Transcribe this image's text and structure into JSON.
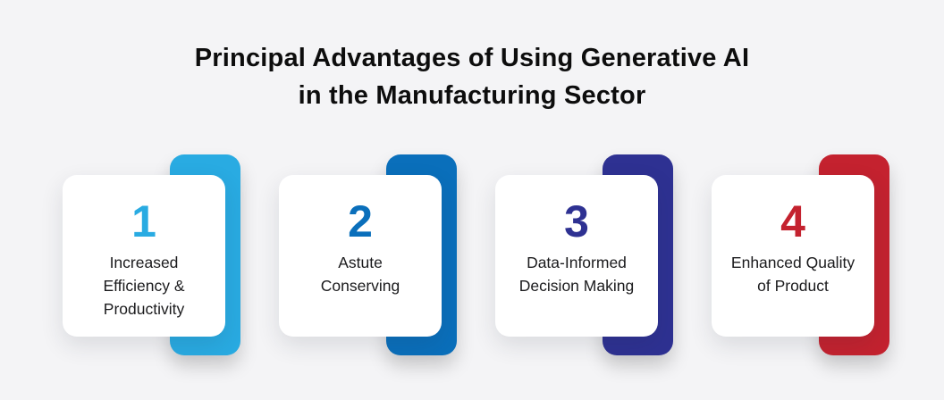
{
  "canvas": {
    "background_color": "#F4F4F6",
    "title_text_color": "#0D0D0D",
    "card_text_color": "#1B1B1D",
    "card_background_color": "#FFFFFF"
  },
  "title": {
    "lines": [
      "Principal Advantages of Using Generative AI",
      "in the Manufacturing Sector"
    ]
  },
  "cards": [
    {
      "number": "1",
      "accent_color": "#29ABE2",
      "label_lines": [
        "Increased",
        "Efficiency &",
        "Productivity"
      ]
    },
    {
      "number": "2",
      "accent_color": "#0A6FBB",
      "label_lines": [
        "Astute",
        "Conserving"
      ]
    },
    {
      "number": "3",
      "accent_color": "#2E3192",
      "label_lines": [
        "Data-Informed",
        "Decision Making"
      ]
    },
    {
      "number": "4",
      "accent_color": "#C4222F",
      "label_lines": [
        "Enhanced Quality",
        "of Product"
      ]
    }
  ]
}
